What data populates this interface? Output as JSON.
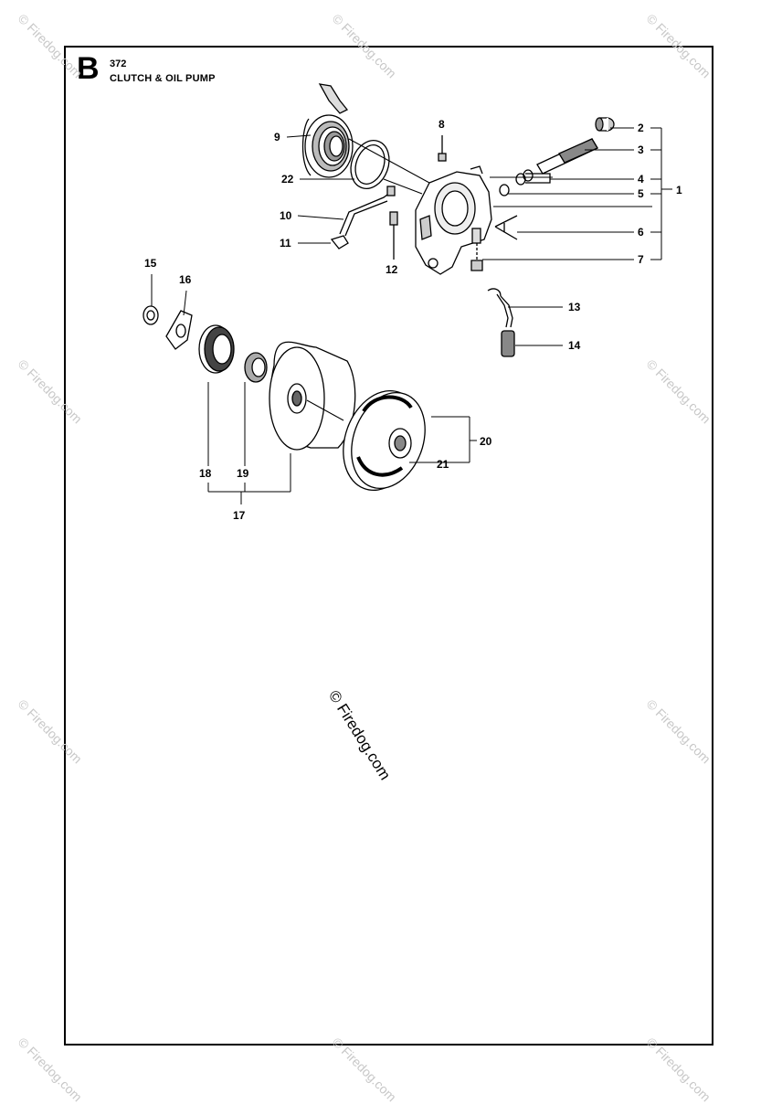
{
  "header": {
    "section_letter": "B",
    "model": "372",
    "title": "CLUTCH & OIL PUMP"
  },
  "callouts": [
    "1",
    "2",
    "3",
    "4",
    "5",
    "6",
    "7",
    "8",
    "9",
    "10",
    "11",
    "12",
    "13",
    "14",
    "15",
    "16",
    "17",
    "18",
    "19",
    "20",
    "21",
    "22"
  ],
  "watermark": {
    "text": "© Firedog.com"
  }
}
